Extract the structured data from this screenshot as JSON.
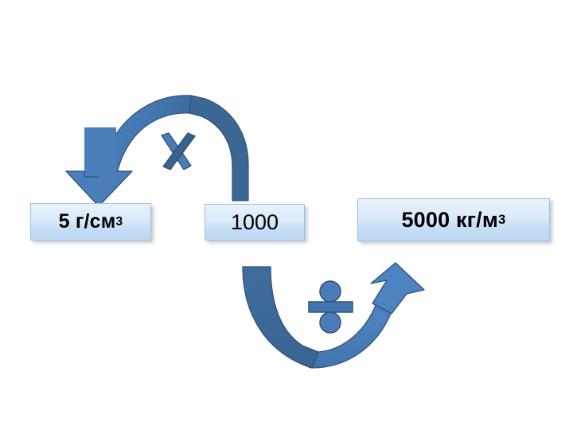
{
  "slide": {
    "background_color": "#ffffff",
    "title": "",
    "accent_color": "#3e6fa3",
    "arrow_light_color": "#4a7ebb",
    "arrow_dark_color": "#3a6695",
    "box_border_color": "#9dc3e6",
    "box_fill_top_color": "#eaf2fb",
    "box_fill_bottom_color": "#bcd7f2",
    "text_color": "#000000"
  },
  "boxes": [
    {
      "name": "density-cgs",
      "value": "5 г/см",
      "superscript": "3",
      "full_text": "5 г/см³",
      "bold": true
    },
    {
      "name": "conversion-factor",
      "value": "1000",
      "superscript": "",
      "full_text": "1000",
      "bold": false
    },
    {
      "name": "density-si",
      "value": "5000 кг/м",
      "superscript": "3",
      "full_text": "5000 кг/м³",
      "bold": true
    }
  ],
  "operations": [
    {
      "name": "multiply",
      "symbol": "X",
      "icon": "multiplication-x-icon",
      "direction": "right-to-left",
      "description": "arc arrow from 1000 over to 5 г/см³"
    },
    {
      "name": "divide",
      "symbol": "÷",
      "icon": "division-obelus-icon",
      "direction": "left-to-right",
      "description": "u-curve arrow from 1000 down and over to 5000 кг/м³"
    }
  ]
}
